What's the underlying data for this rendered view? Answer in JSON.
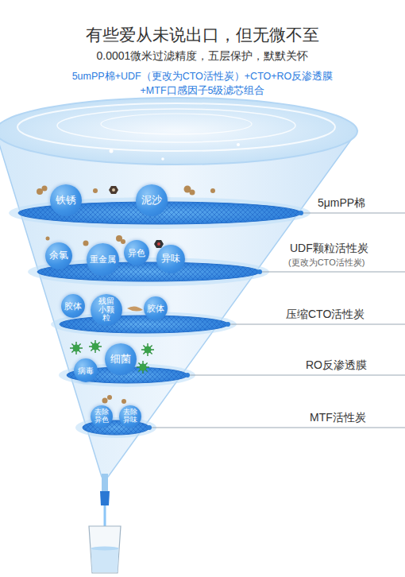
{
  "diagram": {
    "title": "有些爱从未说出口，但无微不至",
    "nodes": [
      {
        "text": [
          "铁锈"
        ]
      },
      {
        "text": [
          "泥沙"
        ]
      },
      {
        "text": [
          "余氯"
        ]
      },
      {
        "text": [
          "重金属"
        ]
      },
      {
        "text": [
          "异色"
        ]
      },
      {
        "text": [
          "异味"
        ]
      },
      {
        "text": [
          "胶体"
        ]
      },
      {
        "text": [
          "残留 小颗粒"
        ]
      },
      {
        "text": [
          "胶体"
        ]
      },
      {
        "text": [
          "病毒"
        ]
      },
      {
        "text": [
          "细菌"
        ]
      },
      {
        "text": [
          "去除 异色"
        ]
      },
      {
        "text": [
          "去除 异味"
        ]
      }
    ],
    "labels": [
      "0.0001微米过滤精度，五层保护，默默关怀",
      "5umPP棉+UDF（更改为CTO活性炭）+CTO+RO反渗透膜 +MTF口感因子5级滤芯组合",
      "5μmPP棉",
      "UDF颗粒活性炭",
      "(更改为CTO活性炭)",
      "压缩CTO活性炭",
      "RO反渗透膜",
      "MTF活性炭"
    ]
  }
}
